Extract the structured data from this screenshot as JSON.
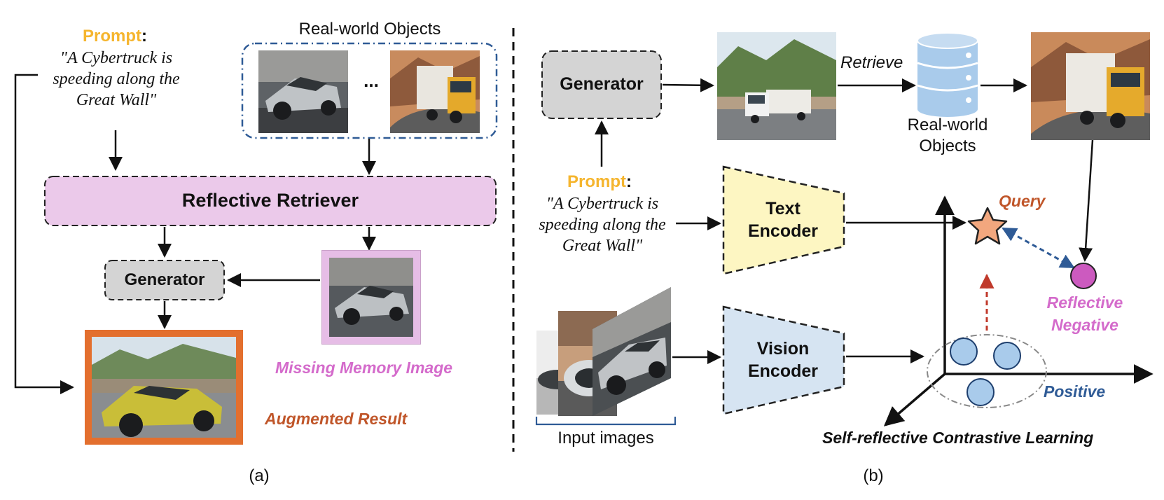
{
  "colors": {
    "prompt": "#F5B52E",
    "retriever_fill": "#EBC9EA",
    "generator_fill": "#D4D4D4",
    "text_encoder_fill": "#FDF6C2",
    "vision_encoder_fill": "#D6E4F2",
    "database": "#A9CBEB",
    "query_star": "#F2A77E",
    "negative": "#CC5ABF",
    "positive": "#A9CBEB",
    "augmented_frame": "#E36F2E",
    "memory_frame": "#E6BDE6",
    "orange_text": "#C0562A",
    "pink_text": "#D46BCB",
    "blue_text": "#2F5B96",
    "dashed_blue": "#2F5B96",
    "red_arrow": "#C0392B"
  },
  "left": {
    "prompt_label": "Prompt",
    "prompt_colon": ":",
    "prompt_lines": [
      "\"A Cybertruck is",
      "speeding along the",
      "Great Wall\""
    ],
    "real_world_title": "Real-world Objects",
    "ellipsis": "...",
    "retriever_label": "Reflective Retriever",
    "generator_label": "Generator",
    "missing_memory_label": "Missing Memory Image",
    "augmented_result_label": "Augmented Result",
    "panel_caption": "(a)"
  },
  "right": {
    "generator_label": "Generator",
    "retrieve_label": "Retrieve",
    "db_label_lines": [
      "Real-world",
      "Objects"
    ],
    "prompt_label": "Prompt",
    "prompt_colon": ":",
    "prompt_lines": [
      "\"A Cybertruck is",
      "speeding along the",
      "Great Wall\""
    ],
    "text_encoder_lines": [
      "Text",
      "Encoder"
    ],
    "vision_encoder_lines": [
      "Vision",
      "Encoder"
    ],
    "input_images_label": "Input images",
    "query_label": "Query",
    "negative_lines": [
      "Reflective",
      "Negative"
    ],
    "positive_label": "Positive",
    "contrastive_label": "Self-reflective Contrastive Learning",
    "panel_caption": "(b)"
  }
}
